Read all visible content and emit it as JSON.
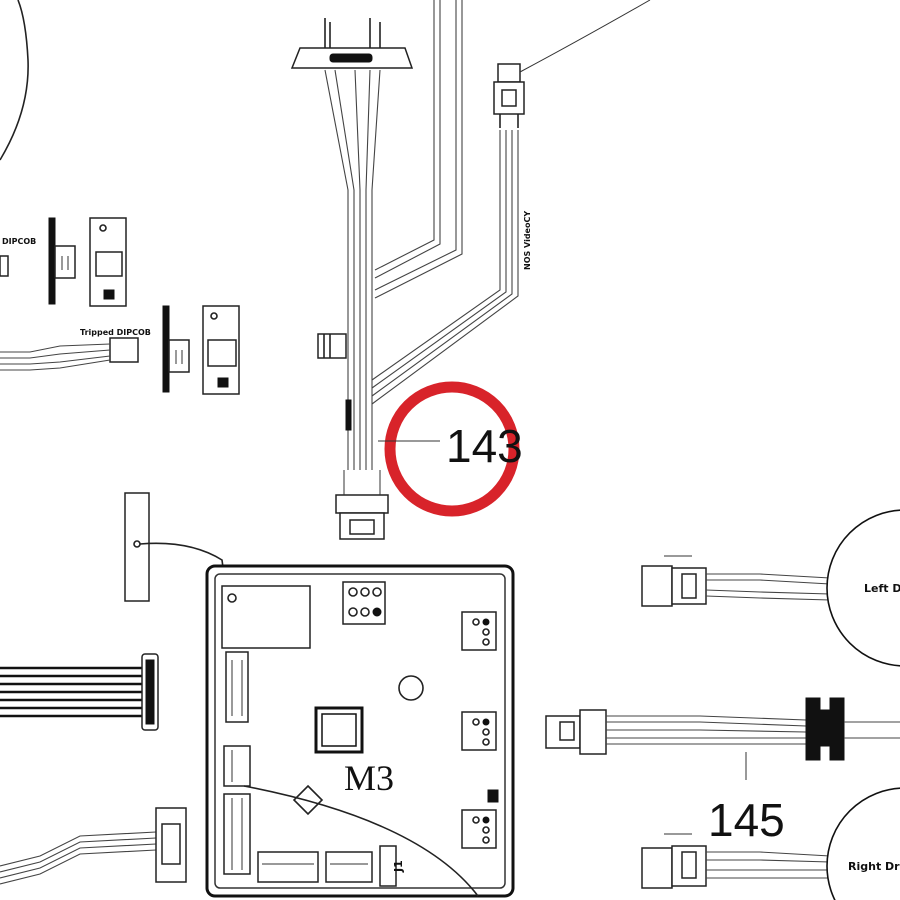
{
  "callouts": {
    "harness_143": "143",
    "harness_145": "145"
  },
  "board": {
    "label": "M3",
    "connector_label": "J1"
  },
  "motors": {
    "left": "Left Dri",
    "right": "Right Dri"
  },
  "small_labels": {
    "switch_upper": "DIPCOB",
    "switch_lower": "Tripped DIPCOB",
    "wire_tag": "NOS VideoCY"
  },
  "colors": {
    "highlight_circle": "#d8232a",
    "linework": "#222222",
    "background": "#ffffff"
  }
}
